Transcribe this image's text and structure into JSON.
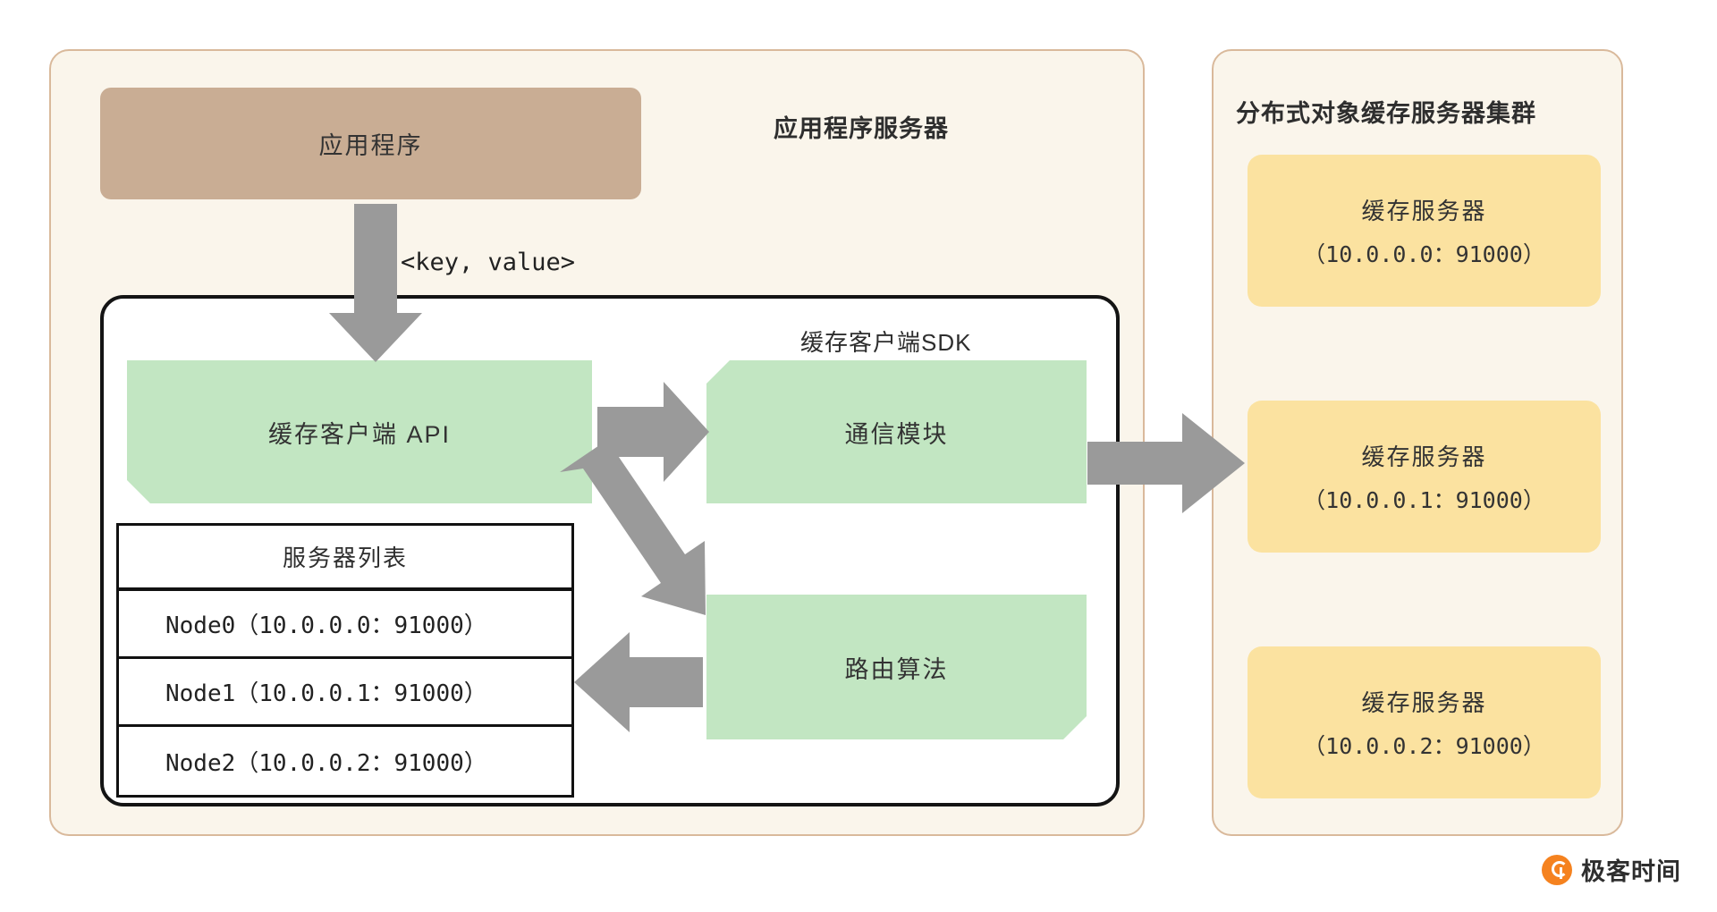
{
  "app_server": {
    "title": "应用程序服务器",
    "app_program_label": "应用程序",
    "keyvalue_label": "<key, value>",
    "sdk": {
      "title": "缓存客户端SDK",
      "modules": [
        {
          "name": "cache-client-api",
          "label": "缓存客户端 API"
        },
        {
          "name": "communication-module",
          "label": "通信模块"
        },
        {
          "name": "routing-algorithm",
          "label": "路由算法"
        }
      ],
      "server_list": {
        "header": "服务器列表",
        "rows": [
          "Node0（10.0.0.0：91000）",
          "Node1（10.0.0.1：91000）",
          "Node2（10.0.0.2：91000）"
        ]
      }
    }
  },
  "cache_cluster": {
    "title": "分布式对象缓存服务器集群",
    "cards": [
      {
        "name": "缓存服务器",
        "address": "（10.0.0.0：91000）"
      },
      {
        "name": "缓存服务器",
        "address": "（10.0.0.1：91000）"
      },
      {
        "name": "缓存服务器",
        "address": "（10.0.0.2：91000）"
      }
    ]
  },
  "watermark": {
    "text": "极客时间",
    "icon": "geekbang-logo-icon"
  },
  "colors": {
    "panel_bg": "#faf5eb",
    "panel_border": "#d9b99b",
    "app_program": "#c9ad94",
    "module_green": "#c2e6c2",
    "cache_yellow": "#fbe2a0",
    "arrow_gray": "#9a9a9a",
    "brand_orange": "#f5821f"
  }
}
